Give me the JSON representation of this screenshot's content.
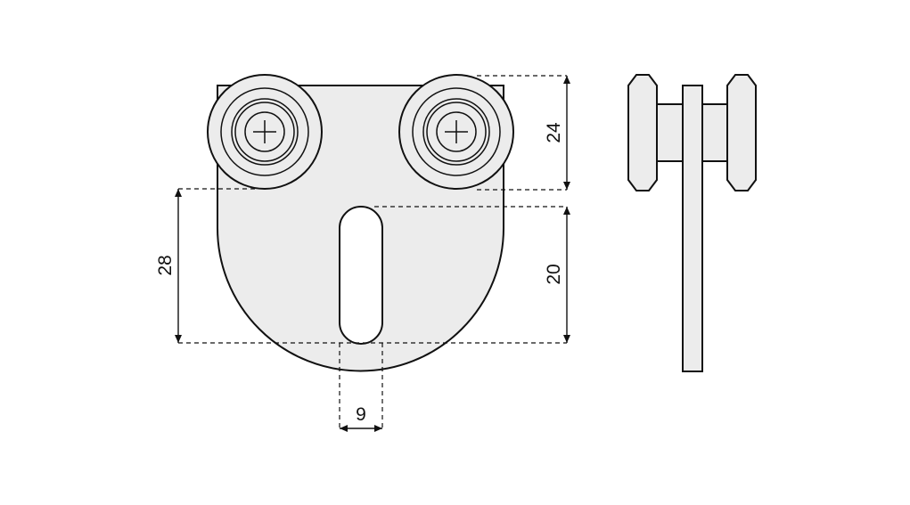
{
  "drawing": {
    "dimensions": {
      "wheel_height": "24",
      "slot_length": "20",
      "plate_height": "28",
      "slot_width": "9"
    },
    "colors": {
      "part_fill": "#ececec",
      "line": "#111111"
    }
  }
}
